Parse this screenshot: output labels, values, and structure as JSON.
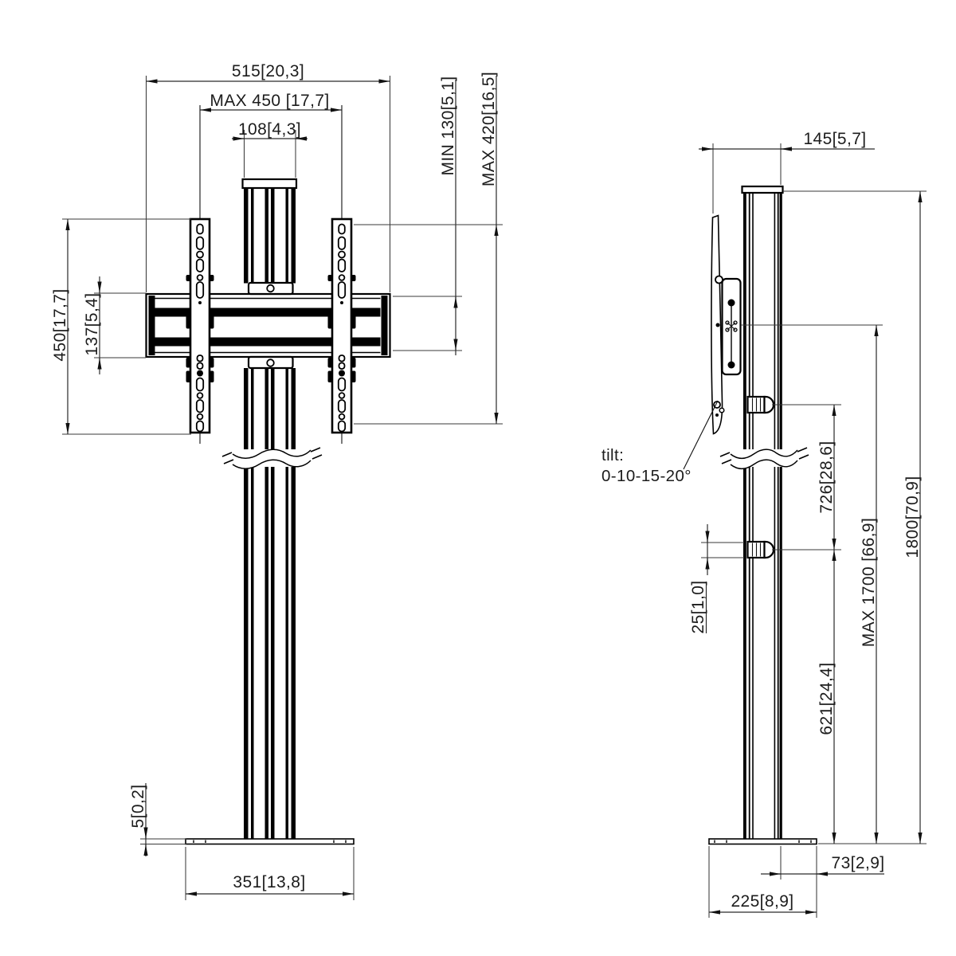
{
  "drawing": {
    "type": "technical-dimension-drawing",
    "views": {
      "front": "front view of TV floor stand",
      "side": "side view of TV floor stand"
    },
    "colors": {
      "line": "#000000",
      "dimension": "#2a2a2a",
      "background": "#ffffff"
    },
    "front": {
      "dim_total_width": "515[20,3]",
      "dim_max_vesa_width": "MAX 450 [17,7]",
      "dim_column_width": "108[4,3]",
      "dim_min_vesa_height": "MIN 130[5,1]",
      "dim_max_vesa_height": "MAX 420[16,5]",
      "dim_rail_height": "450[17,7]",
      "dim_crossbar_height": "137[5,4]",
      "dim_base_thickness": "5[0,2]",
      "dim_base_width": "351[13,8]"
    },
    "side": {
      "dim_depth_top": "145[5,7]",
      "tilt_line1": "tilt:",
      "tilt_line2": "0-10-15-20°",
      "dim_knob_spacing": "726[28,6]",
      "dim_max_screen_height": "MAX 1700 [66,9]",
      "dim_total_height": "1800[70,9]",
      "dim_knob_slot": "25[1,0]",
      "dim_lower_section": "621[24,4]",
      "dim_base_overhang": "73[2,9]",
      "dim_base_depth": "225[8,9]"
    }
  }
}
